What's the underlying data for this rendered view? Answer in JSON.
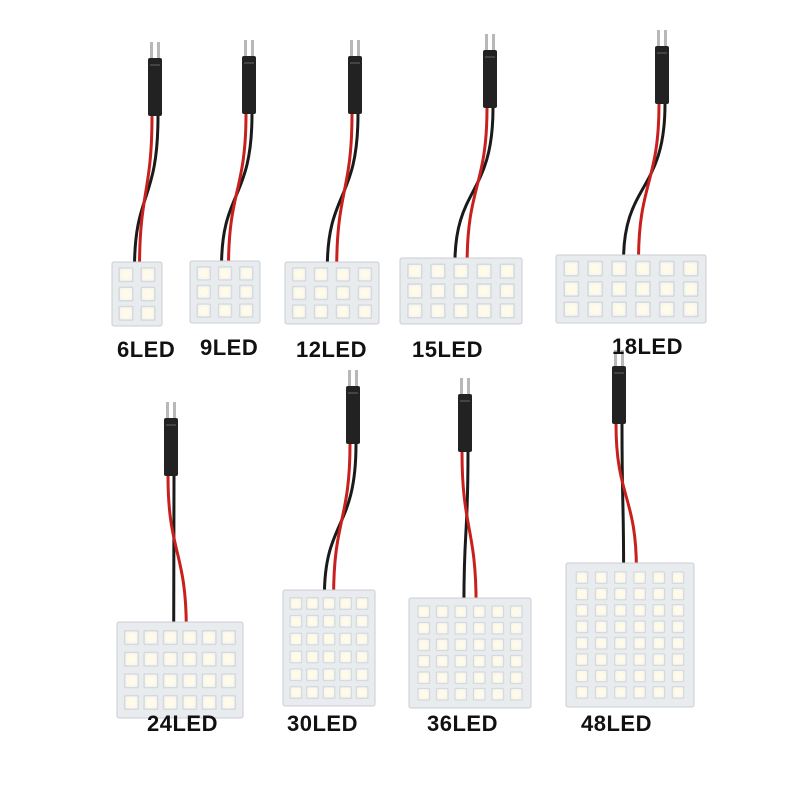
{
  "colors": {
    "background": "#ffffff",
    "board": "#e9ecef",
    "board_edge": "#c9ced3",
    "led_body": "#f7f7f2",
    "led_glow": "#fffbe8",
    "wire_red": "#c8201c",
    "wire_black": "#1a1a1a",
    "connector": "#222222",
    "pin": "#b8b8b8",
    "label_text": "#111111"
  },
  "panels": [
    {
      "label": "6LED",
      "cols": 2,
      "rows": 3
    },
    {
      "label": "9LED",
      "cols": 3,
      "rows": 3
    },
    {
      "label": "12LED",
      "cols": 4,
      "rows": 3
    },
    {
      "label": "15LED",
      "cols": 5,
      "rows": 3
    },
    {
      "label": "18LED",
      "cols": 6,
      "rows": 3
    },
    {
      "label": "24LED",
      "cols": 6,
      "rows": 4
    },
    {
      "label": "30LED",
      "cols": 5,
      "rows": 6
    },
    {
      "label": "36LED",
      "cols": 6,
      "rows": 6
    },
    {
      "label": "48LED",
      "cols": 6,
      "rows": 8
    }
  ]
}
